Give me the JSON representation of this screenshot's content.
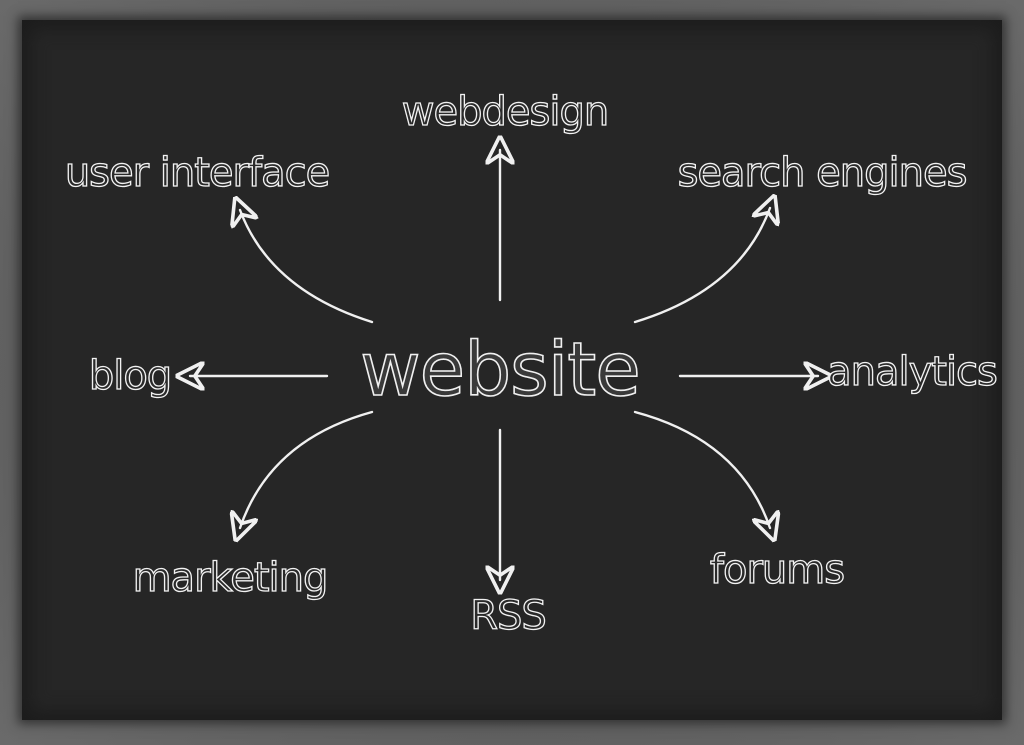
{
  "center": "website",
  "nodes": {
    "webdesign": "webdesign",
    "user_interface": "user interface",
    "search_engines": "search engines",
    "blog": "blog",
    "analytics": "analytics",
    "marketing": "marketing",
    "rss": "RSS",
    "forums": "forums"
  },
  "colors": {
    "board": "#262626",
    "chalk": "#f0f0f0",
    "border": "#5a5a5a"
  }
}
